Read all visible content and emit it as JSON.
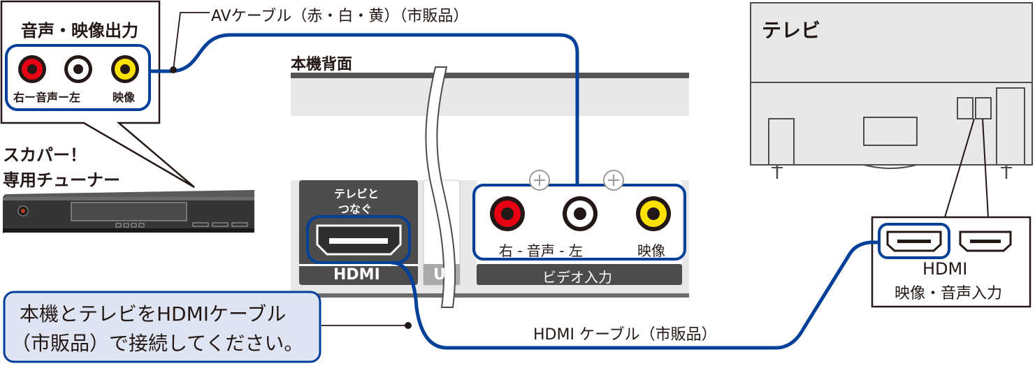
{
  "colors": {
    "cable_blue": "#004098",
    "panel_gray": "#e8e8e8",
    "dark_panel": "#4c4c4c",
    "red_jack": "#e60012",
    "yellow_jack": "#ffe100",
    "white_jack": "#ffffff",
    "callout_fill": "#dfe4f2"
  },
  "tuner": {
    "output_title": "音声・映像出力",
    "jack_caption_audio": "右ー音声ー左",
    "jack_caption_video": "映像",
    "device_label_line1": "スカパー！",
    "device_label_line2": "専用チューナー"
  },
  "av_cable_label": "AVケーブル（赤・白・黄）（市販品）",
  "recorder": {
    "rear_label": "本機背面",
    "hdmi_caption_line1": "テレビと",
    "hdmi_caption_line2": "つなぐ",
    "hdmi_port_label": "HDMI",
    "usb_port_label_partial": "U",
    "video_in_audio_label": "右 - 音声 - 左",
    "video_in_video_label": "映像",
    "video_in_group_label": "ビデオ入力"
  },
  "tv": {
    "title": "テレビ",
    "hdmi_label": "HDMI",
    "hdmi_sub_label": "映像・音声入力"
  },
  "hdmi_cable_label": "HDMI ケーブル（市販品）",
  "instruction": {
    "line1": "本機とテレビをHDMIケーブル",
    "line2": "（市販品）で接続してください。"
  }
}
